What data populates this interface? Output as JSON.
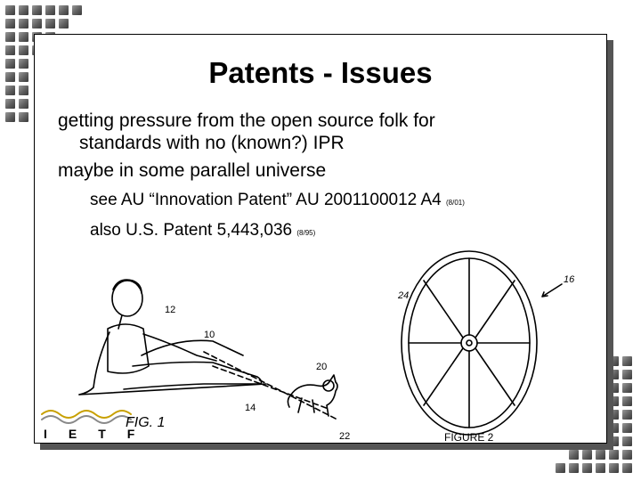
{
  "slide": {
    "title": "Patents - Issues",
    "bullets": [
      {
        "text": "getting pressure from the open source folk for",
        "continuation": "standards with no (known?) IPR"
      },
      {
        "text": "maybe in some parallel universe",
        "continuation": ""
      }
    ],
    "sub_bullets": [
      {
        "text": "see AU “Innovation Patent” AU 2001100012 A4",
        "note": "(8/01)"
      },
      {
        "text": "also U.S. Patent 5,443,036",
        "note": "(8/95)"
      }
    ]
  },
  "illustration": {
    "labels": {
      "l12": "12",
      "l10": "10",
      "l14": "14",
      "l20": "20",
      "l22": "22",
      "fig1": "FIG. 1",
      "l16": "16",
      "l24": "24",
      "fig2": "FIGURE 2"
    }
  },
  "logo": {
    "text": "IETF"
  },
  "colors": {
    "decor_squares": "#5e5e5e",
    "shadow": "#555555",
    "logo_wave_1": "#c8a000",
    "logo_wave_2": "#888888"
  }
}
